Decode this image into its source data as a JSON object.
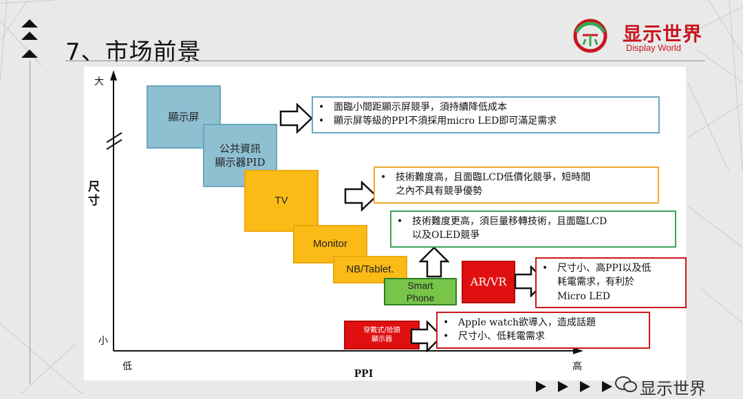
{
  "slide": {
    "title": "7、市场前景"
  },
  "logo": {
    "name": "显示世界",
    "subtitle": "Display World"
  },
  "axes": {
    "y_label": "尺\n寸",
    "y_top": "大",
    "y_bottom": "小",
    "x_left": "低",
    "x_right": "高",
    "x_label": "PPI"
  },
  "blocks": {
    "display": "顯示屏",
    "pid": "公共資訊\n顯示器PID",
    "tv": "TV",
    "monitor": "Monitor",
    "nb": "NB/Tablet.",
    "smartphone": "Smart\nPhone",
    "arvr": "AR/VR",
    "wearable": "穿戴式/拾頭\n顯示器"
  },
  "notes": {
    "display": [
      "面臨小間距顯示屏競爭，須持續降低成本",
      "顯示屏等級的PPI不須採用micro LED即可滿足需求"
    ],
    "tv": [
      "技術難度高，且面臨LCD低價化競爭，短時間",
      "之內不具有競爭優勢"
    ],
    "monitor": [
      "技術難度更高，須巨量移轉技術，且面臨LCD",
      "以及OLED競爭"
    ],
    "arvr": [
      "尺寸小、高PPI以及低",
      "耗電需求，有利於",
      "Micro LED"
    ],
    "wearable": [
      "Apple watch欲導入，造成話題",
      "尺寸小、低耗電需求"
    ]
  },
  "bullet": "•",
  "watermark": "显示世界",
  "colors": {
    "blue": "#8ec0d2",
    "orange": "#fbbb16",
    "green": "#78c54a",
    "red": "#e01010",
    "brand": "#c8161d"
  }
}
